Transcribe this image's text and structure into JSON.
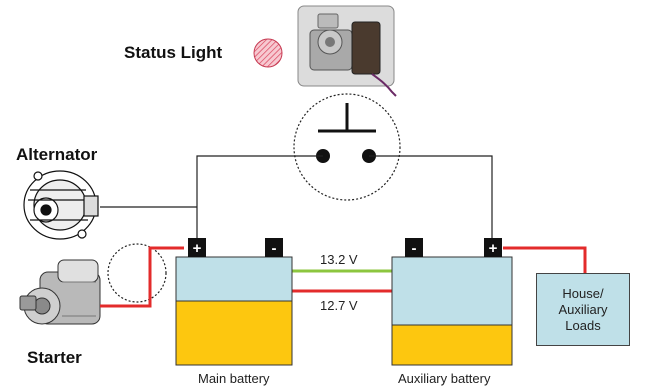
{
  "labels": {
    "status_light": "Status Light",
    "alternator": "Alternator",
    "starter": "Starter",
    "main_battery": "Main battery",
    "auxiliary_battery": "Auxiliary battery",
    "voltage_high": "13.2 V",
    "voltage_low": "12.7 V",
    "loads_line1": "House/",
    "loads_line2": "Auxiliary",
    "loads_line3": "Loads"
  },
  "terminals": {
    "positive": "+",
    "negative": "-"
  },
  "colors": {
    "wire_red": "#e32b2b",
    "wire_green": "#8cc63f",
    "battery_top": "#bfe0e8",
    "battery_bottom": "#fdc70f",
    "loads_box": "#bfe0e8",
    "status_light": "#f2a6b3"
  },
  "icons": {
    "solenoid": "solenoid-relay-icon",
    "alternator": "alternator-icon",
    "starter": "starter-motor-icon",
    "switch": "switch-symbol-icon"
  }
}
